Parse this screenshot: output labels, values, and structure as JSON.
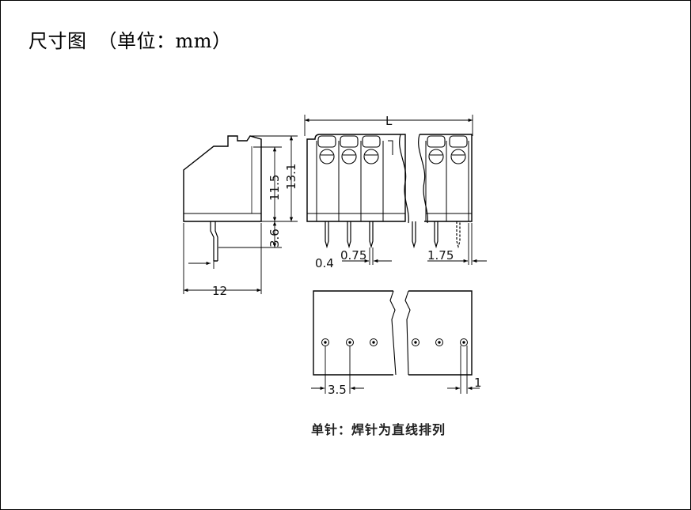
{
  "title": {
    "main": "尺寸图",
    "unit": "（单位：mm）"
  },
  "dimensions": {
    "length": "L",
    "height_body": "11.5",
    "height_total": "13.1",
    "pin_length": "3.6",
    "depth": "12",
    "pin_thickness": "0.4",
    "pin_width": "0.75",
    "pitch_side": "1.75",
    "pitch": "3.5",
    "hole_offset": "1"
  },
  "caption": "单针：焊针为直线排列"
}
